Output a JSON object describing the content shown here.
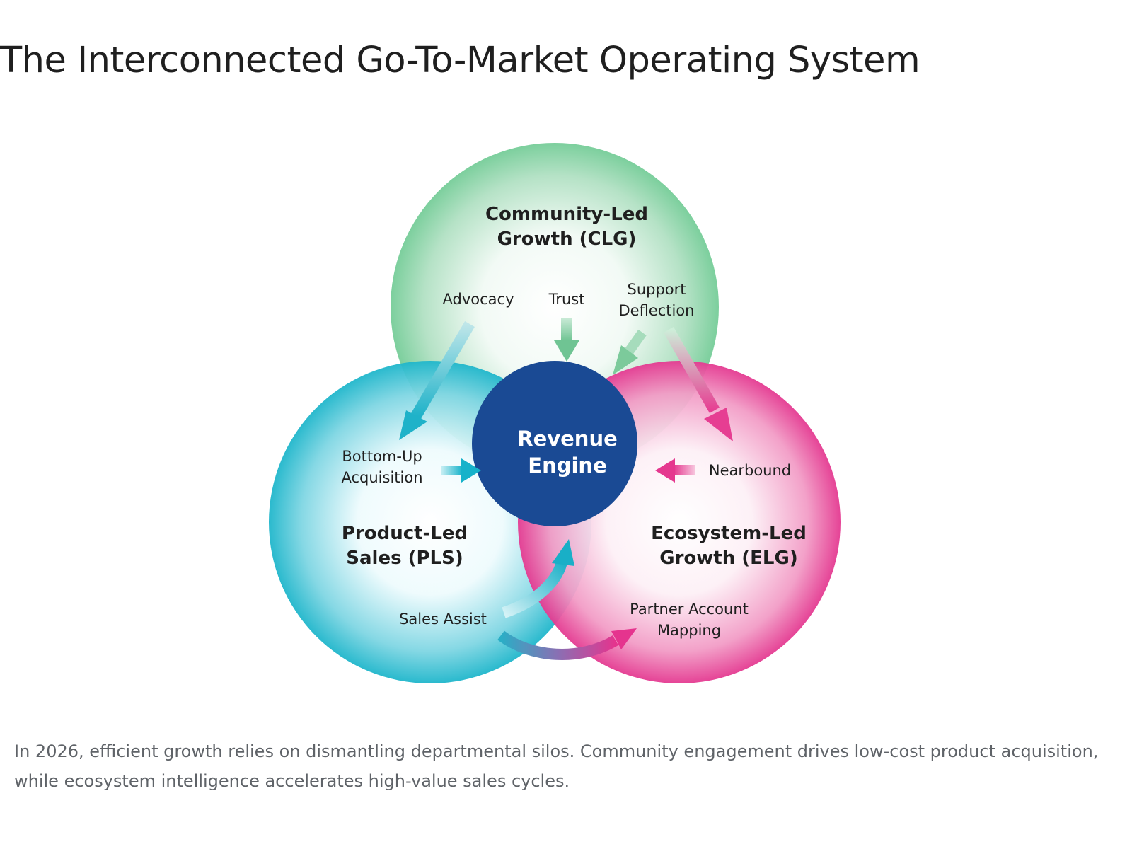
{
  "title": "The Interconnected Go-To-Market Operating System",
  "diagram": {
    "center": "Revenue Engine",
    "circles": {
      "clg": {
        "title_line1": "Community-Led",
        "title_line2": "Growth (CLG)",
        "color": "#6cc48f"
      },
      "pls": {
        "title_line1": "Product-Led",
        "title_line2": "Sales (PLS)",
        "color": "#19b3c9"
      },
      "elg": {
        "title_line1": "Ecosystem-Led",
        "title_line2": "Growth (ELG)",
        "color": "#e8338f"
      }
    },
    "engine_color": "#1a4a94",
    "labels": {
      "advocacy": "Advocacy",
      "trust": "Trust",
      "support_line1": "Support",
      "support_line2": "Deflection",
      "bottom_up_line1": "Bottom-Up",
      "bottom_up_line2": "Acquisition",
      "nearbound": "Nearbound",
      "sales_assist": "Sales Assist",
      "partner_line1": "Partner Account",
      "partner_line2": "Mapping"
    }
  },
  "caption": "In 2026, efficient growth relies on dismantling departmental silos. Community engagement drives low-cost product acquisition, while ecosystem intelligence accelerates high-value sales cycles."
}
